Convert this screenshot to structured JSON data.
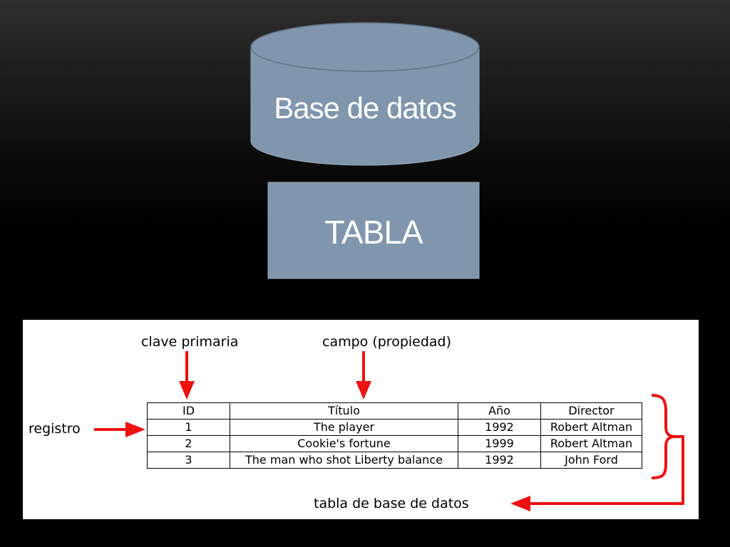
{
  "diagram": {
    "database_label": "Base de datos",
    "table_label": "TABLA"
  },
  "figure": {
    "labels": {
      "primary_key": "clave primaria",
      "field": "campo (propiedad)",
      "record": "registro",
      "database_table": "tabla de base de datos"
    },
    "table": {
      "headers": [
        "ID",
        "Título",
        "Año",
        "Director"
      ],
      "rows": [
        [
          "1",
          "The player",
          "1992",
          "Robert Altman"
        ],
        [
          "2",
          "Cookie's fortune",
          "1999",
          "Robert Altman"
        ],
        [
          "3",
          "The man who shot Liberty balance",
          "1992",
          "John Ford"
        ]
      ]
    }
  },
  "colors": {
    "shape_fill": "#7f96ad",
    "arrow": "#ee1111",
    "background_top": "#2e2e2e",
    "background_bottom": "#000000"
  }
}
